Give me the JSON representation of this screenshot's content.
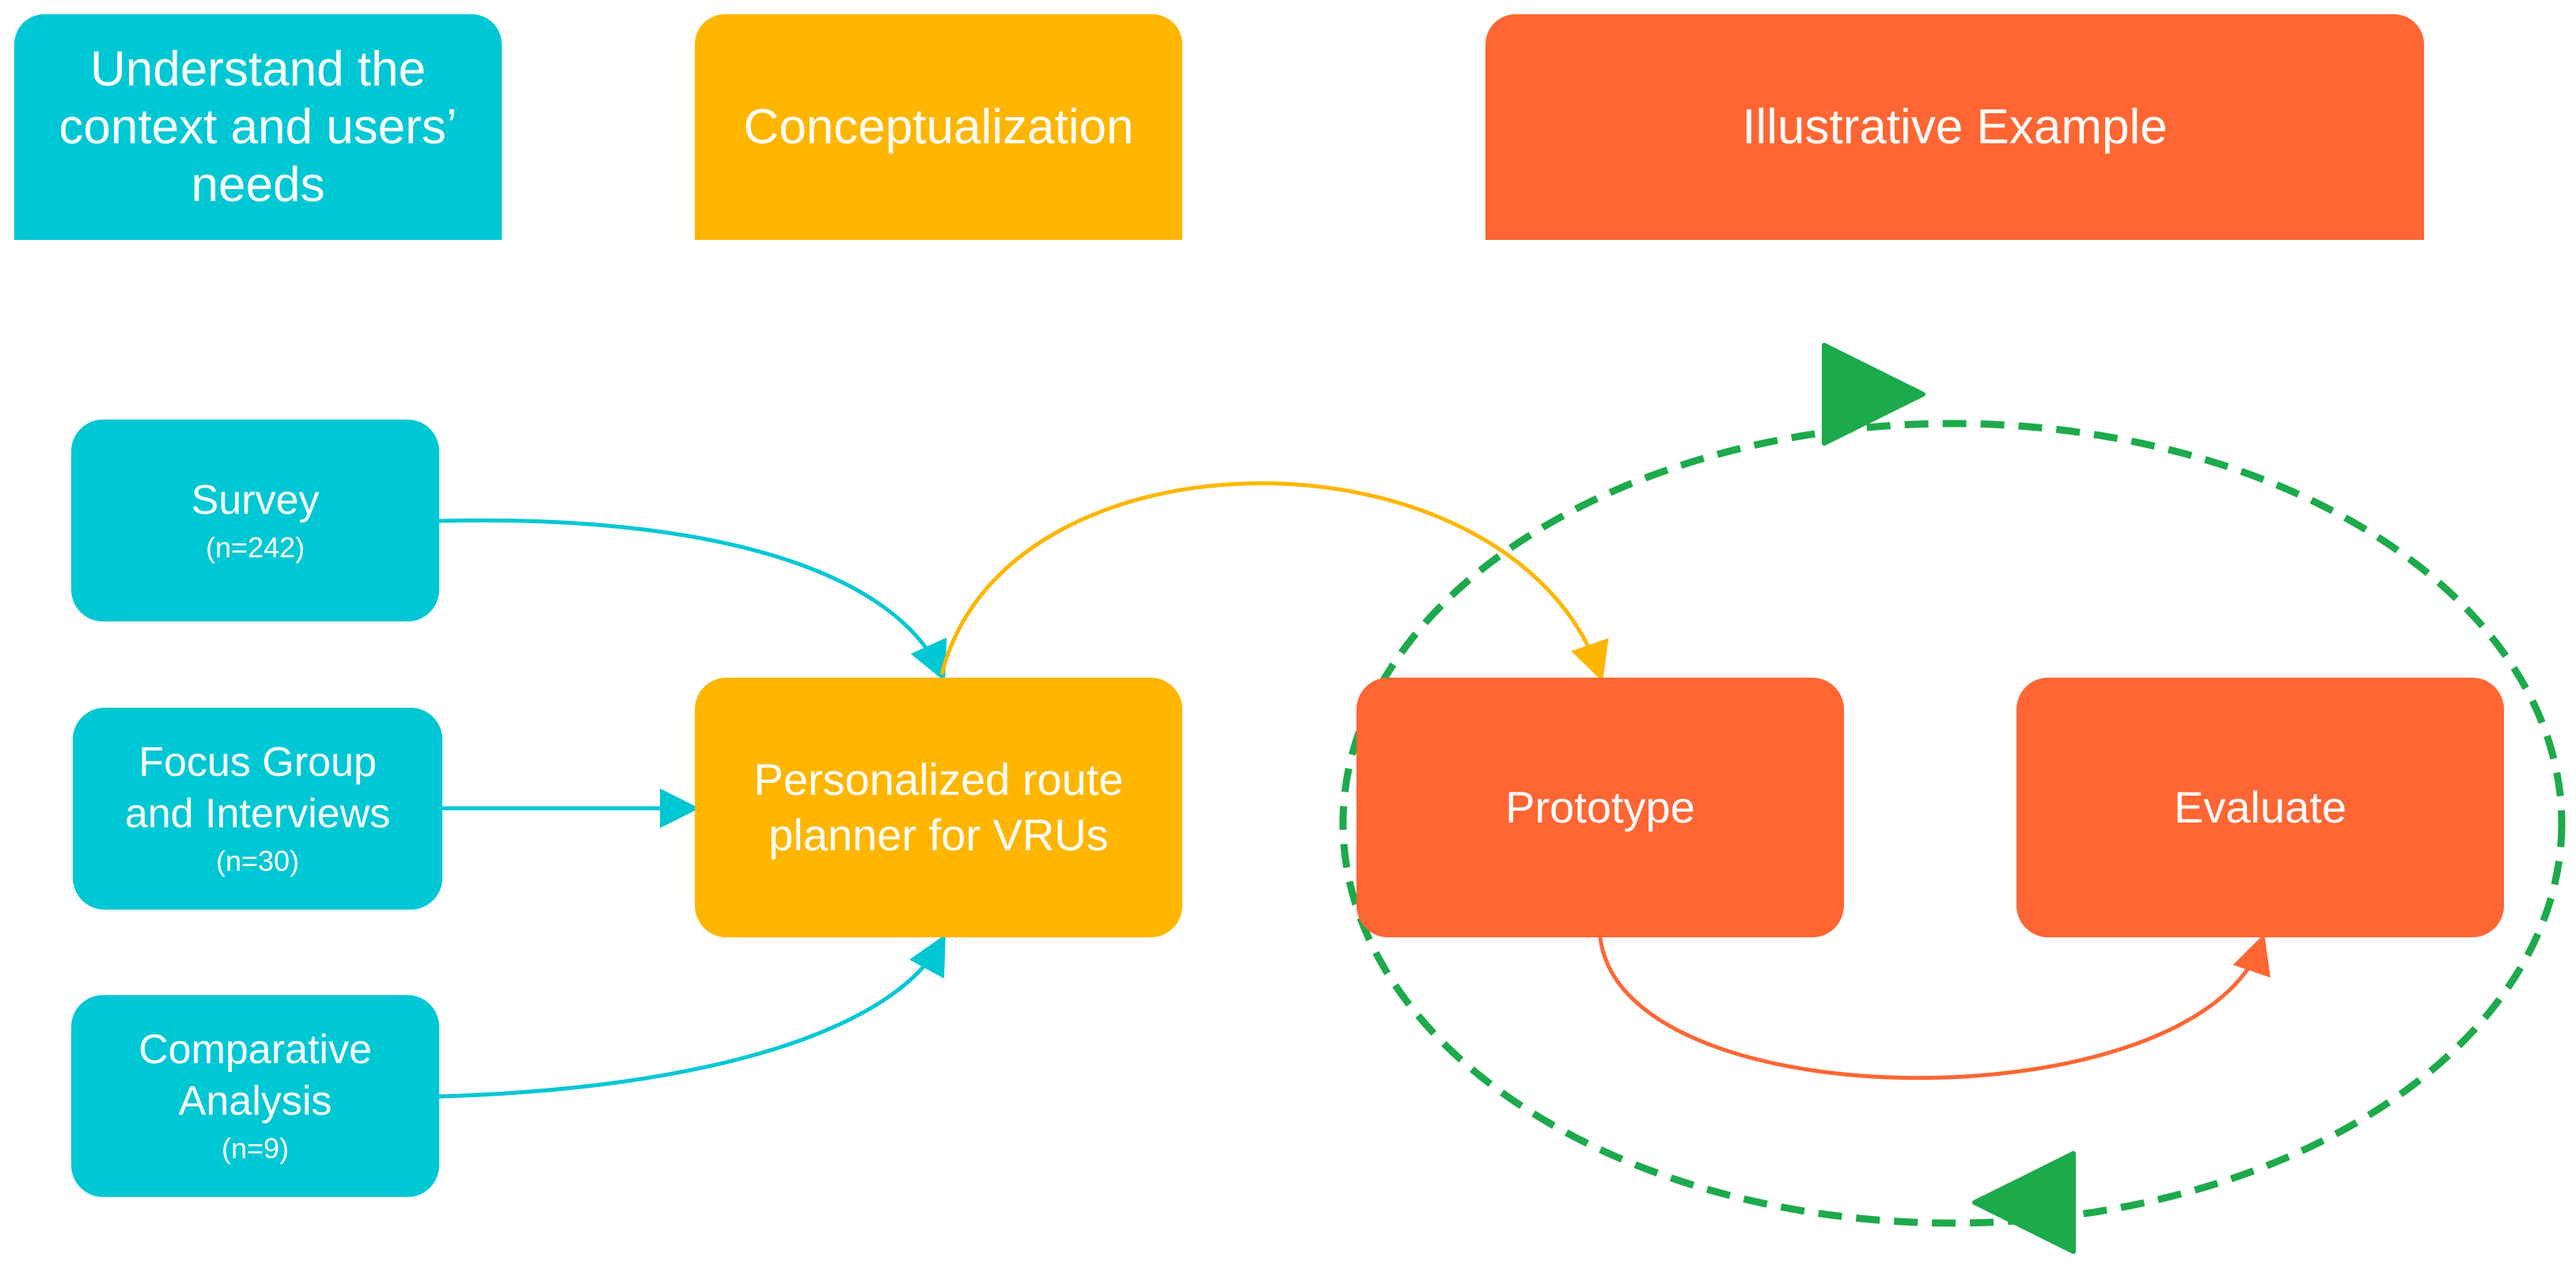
{
  "colors": {
    "understand": "#00C7D4",
    "conceptualization": "#FFB600",
    "illustrative": "#FF6633",
    "cycle": "#1DAA4B"
  },
  "headers": {
    "understand": "Understand the\ncontext and users’\nneeds",
    "conceptualization": "Conceptualization",
    "illustrative": "Illustrative Example"
  },
  "understand_nodes": {
    "survey": {
      "title": "Survey",
      "note": "(n=242)"
    },
    "focus": {
      "title": "Focus Group\nand Interviews",
      "note": "(n=30)"
    },
    "comparative": {
      "title": "Comparative\nAnalysis",
      "note": "(n=9)"
    }
  },
  "concept_node": {
    "title": "Personalized route\nplanner for VRUs"
  },
  "illustrative_nodes": {
    "prototype": {
      "title": "Prototype"
    },
    "evaluate": {
      "title": "Evaluate"
    }
  }
}
